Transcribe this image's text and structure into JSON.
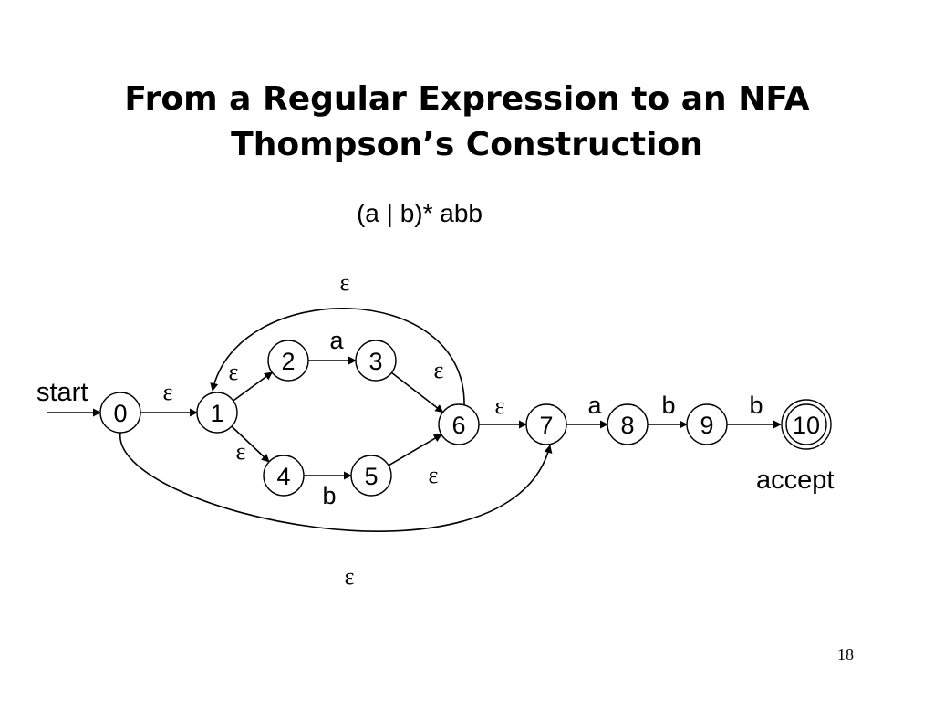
{
  "slide": {
    "title_line1": "From a Regular Expression to an NFA",
    "title_line2": "Thompson’s Construction",
    "regex": "(a | b)* abb",
    "page_number": "18"
  },
  "diagram": {
    "start_label": "start",
    "accept_label": "accept",
    "states": [
      {
        "id": "0",
        "label": "0"
      },
      {
        "id": "1",
        "label": "1"
      },
      {
        "id": "2",
        "label": "2"
      },
      {
        "id": "3",
        "label": "3"
      },
      {
        "id": "4",
        "label": "4"
      },
      {
        "id": "5",
        "label": "5"
      },
      {
        "id": "6",
        "label": "6"
      },
      {
        "id": "7",
        "label": "7"
      },
      {
        "id": "8",
        "label": "8"
      },
      {
        "id": "9",
        "label": "9"
      },
      {
        "id": "10",
        "label": "10",
        "accepting": true
      }
    ],
    "transitions": [
      {
        "from": "0",
        "to": "1",
        "label": "ε"
      },
      {
        "from": "1",
        "to": "2",
        "label": "ε"
      },
      {
        "from": "1",
        "to": "4",
        "label": "ε"
      },
      {
        "from": "2",
        "to": "3",
        "label": "a"
      },
      {
        "from": "4",
        "to": "5",
        "label": "b"
      },
      {
        "from": "3",
        "to": "6",
        "label": "ε"
      },
      {
        "from": "5",
        "to": "6",
        "label": "ε"
      },
      {
        "from": "6",
        "to": "1",
        "label": "ε"
      },
      {
        "from": "6",
        "to": "7",
        "label": "ε"
      },
      {
        "from": "0",
        "to": "7",
        "label": "ε"
      },
      {
        "from": "7",
        "to": "8",
        "label": "a"
      },
      {
        "from": "8",
        "to": "9",
        "label": "b"
      },
      {
        "from": "9",
        "to": "10",
        "label": "b"
      }
    ]
  }
}
